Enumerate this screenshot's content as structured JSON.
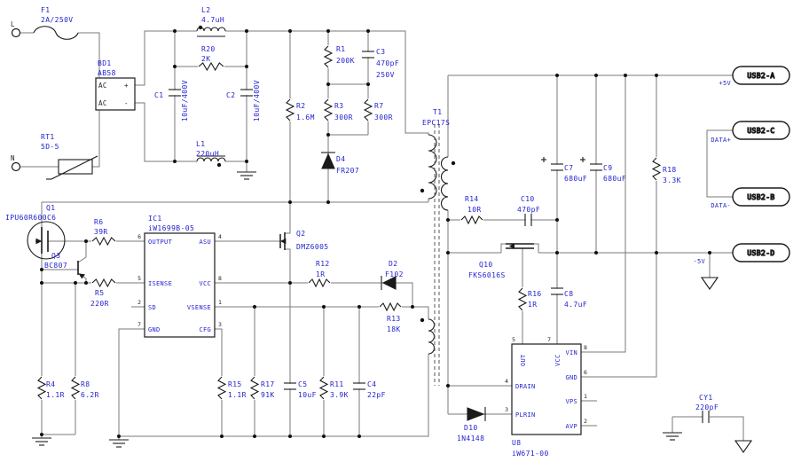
{
  "colors": {
    "label": "#2323cf",
    "wire": "#7a7a7a",
    "symbol": "#1a1a1a",
    "dot": "#111111",
    "background": "#ffffff"
  },
  "terminals": [
    {
      "label": "L"
    },
    {
      "label": "N"
    }
  ],
  "components": [
    {
      "ref": "F1",
      "values": [
        "2A/250V"
      ]
    },
    {
      "ref": "RT1",
      "values": [
        "5D-5"
      ]
    },
    {
      "ref": "BD1",
      "values": [
        "AB58"
      ]
    },
    {
      "ref": "C1",
      "values": [
        "10uF/400V"
      ]
    },
    {
      "ref": "C2",
      "values": [
        "10uF/400V"
      ]
    },
    {
      "ref": "L2",
      "values": [
        "4.7uH"
      ]
    },
    {
      "ref": "R20",
      "values": [
        "2K"
      ]
    },
    {
      "ref": "L1",
      "values": [
        "220uH"
      ]
    },
    {
      "ref": "R2",
      "values": [
        "1.6M"
      ]
    },
    {
      "ref": "R1",
      "values": [
        "200K"
      ]
    },
    {
      "ref": "C3",
      "values": [
        "470pF",
        "250V"
      ]
    },
    {
      "ref": "R3",
      "values": [
        "300R"
      ]
    },
    {
      "ref": "R7",
      "values": [
        "300R"
      ]
    },
    {
      "ref": "D4",
      "values": [
        "FR207"
      ]
    },
    {
      "ref": "T1",
      "values": [
        "EPC17S"
      ]
    },
    {
      "ref": "Q1",
      "values": [
        "IPU60R600C6"
      ]
    },
    {
      "ref": "Q3",
      "values": [
        "BC807"
      ]
    },
    {
      "ref": "R6",
      "values": [
        "39R"
      ]
    },
    {
      "ref": "R5",
      "values": [
        "220R"
      ]
    },
    {
      "ref": "IC1",
      "values": [
        "iW1699B-05"
      ]
    },
    {
      "ref": "Q2",
      "values": [
        "DMZ6005"
      ]
    },
    {
      "ref": "R12",
      "values": [
        "1R"
      ]
    },
    {
      "ref": "D2",
      "values": [
        "F102"
      ]
    },
    {
      "ref": "R13",
      "values": [
        "18K"
      ]
    },
    {
      "ref": "R4",
      "values": [
        "1.1R"
      ]
    },
    {
      "ref": "R8",
      "values": [
        "6.2R"
      ]
    },
    {
      "ref": "R15",
      "values": [
        "1.1R"
      ]
    },
    {
      "ref": "R17",
      "values": [
        "91K"
      ]
    },
    {
      "ref": "C5",
      "values": [
        "10uF"
      ]
    },
    {
      "ref": "R11",
      "values": [
        "3.9K"
      ]
    },
    {
      "ref": "C4",
      "values": [
        "22pF"
      ]
    },
    {
      "ref": "R14",
      "values": [
        "10R"
      ]
    },
    {
      "ref": "C10",
      "values": [
        "470pF"
      ]
    },
    {
      "ref": "C7",
      "values": [
        "680uF"
      ]
    },
    {
      "ref": "C9",
      "values": [
        "680uF"
      ]
    },
    {
      "ref": "R18",
      "values": [
        "3.3K"
      ]
    },
    {
      "ref": "Q10",
      "values": [
        "FKS6016S"
      ]
    },
    {
      "ref": "R16",
      "values": [
        "1R"
      ]
    },
    {
      "ref": "C8",
      "values": [
        "4.7uF"
      ]
    },
    {
      "ref": "D10",
      "values": [
        "1N4148"
      ]
    },
    {
      "ref": "U8",
      "values": [
        "iW671-00"
      ]
    },
    {
      "ref": "CY1",
      "values": [
        "220pF"
      ]
    }
  ],
  "ic1": {
    "pins_left": [
      {
        "num": "6",
        "name": "OUTPUT"
      },
      {
        "num": "5",
        "name": "ISENSE"
      },
      {
        "num": "2",
        "name": "SD"
      },
      {
        "num": "7",
        "name": "GND"
      }
    ],
    "pins_right": [
      {
        "num": "4",
        "name": "ASU"
      },
      {
        "num": "8",
        "name": "VCC"
      },
      {
        "num": "1",
        "name": "VSENSE"
      },
      {
        "num": "3",
        "name": "CFG"
      }
    ]
  },
  "u8": {
    "pins_top": [
      {
        "num": "5",
        "name": "OUT"
      },
      {
        "num": "7",
        "name": "VCC"
      }
    ],
    "pins_left": [
      {
        "num": "4",
        "name": "DRAIN"
      },
      {
        "num": "3",
        "name": "PLRIN"
      }
    ],
    "pins_right": [
      {
        "num": "8",
        "name": "VIN"
      },
      {
        "num": "6",
        "name": "GND"
      },
      {
        "num": "1",
        "name": "VPS"
      },
      {
        "num": "2",
        "name": "AVP"
      }
    ]
  },
  "bd1": {
    "rows": [
      {
        "left": "AC",
        "right": "+"
      },
      {
        "left": "AC",
        "right": "-"
      }
    ]
  },
  "nets": {
    "p5v": "+5V",
    "data_plus": "DATA+",
    "data_minus": "DATA-",
    "n5v": "-5V"
  },
  "usb_ports": [
    {
      "label": "USB2-A"
    },
    {
      "label": "USB2-C"
    },
    {
      "label": "USB2-B"
    },
    {
      "label": "USB2-D"
    }
  ]
}
